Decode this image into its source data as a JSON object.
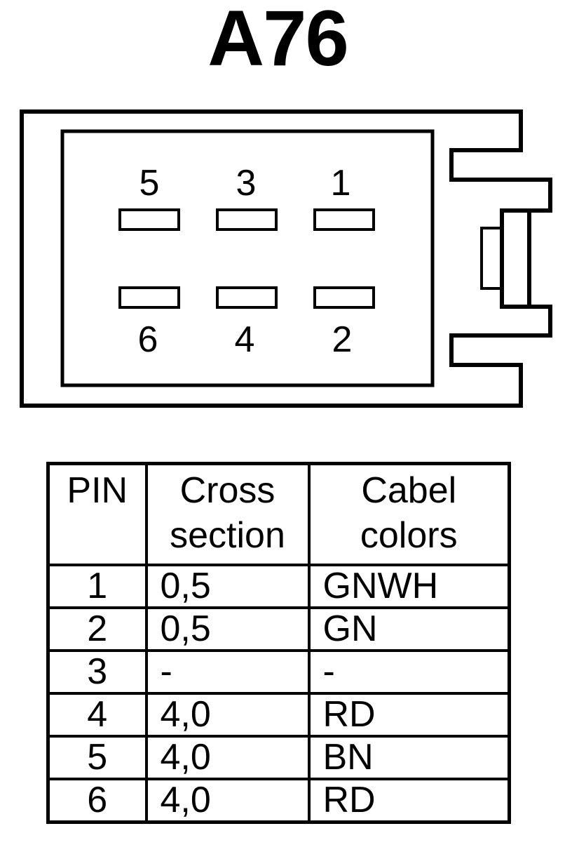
{
  "title": "A76",
  "connector": {
    "top_row_pins": [
      "5",
      "3",
      "1"
    ],
    "bottom_row_pins": [
      "6",
      "4",
      "2"
    ]
  },
  "table": {
    "headers": [
      [
        "PIN"
      ],
      [
        "Cross",
        "section"
      ],
      [
        "Cabel",
        "colors"
      ]
    ],
    "rows": [
      {
        "pin": "1",
        "cross_section": "0,5",
        "color": "GNWH"
      },
      {
        "pin": "2",
        "cross_section": "0,5",
        "color": "GN"
      },
      {
        "pin": "3",
        "cross_section": "-",
        "color": "-"
      },
      {
        "pin": "4",
        "cross_section": "4,0",
        "color": "RD"
      },
      {
        "pin": "5",
        "cross_section": "4,0",
        "color": "BN"
      },
      {
        "pin": "6",
        "cross_section": "4,0",
        "color": "RD"
      }
    ]
  },
  "colors": {
    "ink": "#000000",
    "background": "#ffffff"
  }
}
